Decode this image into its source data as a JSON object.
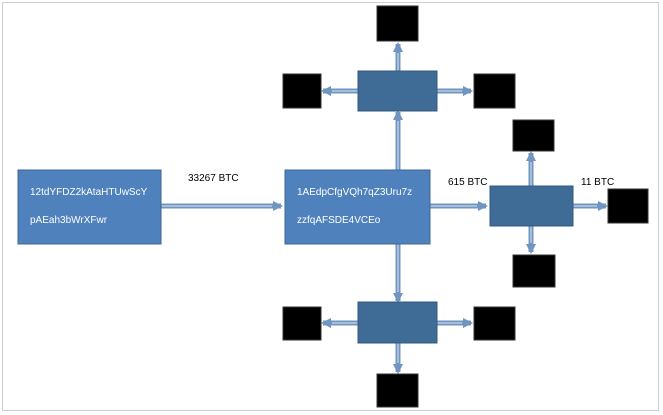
{
  "diagram": {
    "colors": {
      "box_fill": "#4f81bd",
      "box_stroke": "#3c6794",
      "dark_box_fill": "#3e6c97",
      "terminal_fill": "#000000",
      "arrow": "#6f95c0"
    },
    "source": {
      "line1": "12tdYFDZ2kAtaHTUwScY",
      "line2": "pAEah3bWrXFwr"
    },
    "hub": {
      "line1": "1AEdpCfgVQh7qZ3Uru7z",
      "line2": "zzfqAFSDE4VCEo"
    },
    "edge_labels": {
      "source_to_hub": "33267  BTC",
      "hub_to_right": "615  BTC",
      "right_to_terminal": "11  BTC"
    }
  }
}
